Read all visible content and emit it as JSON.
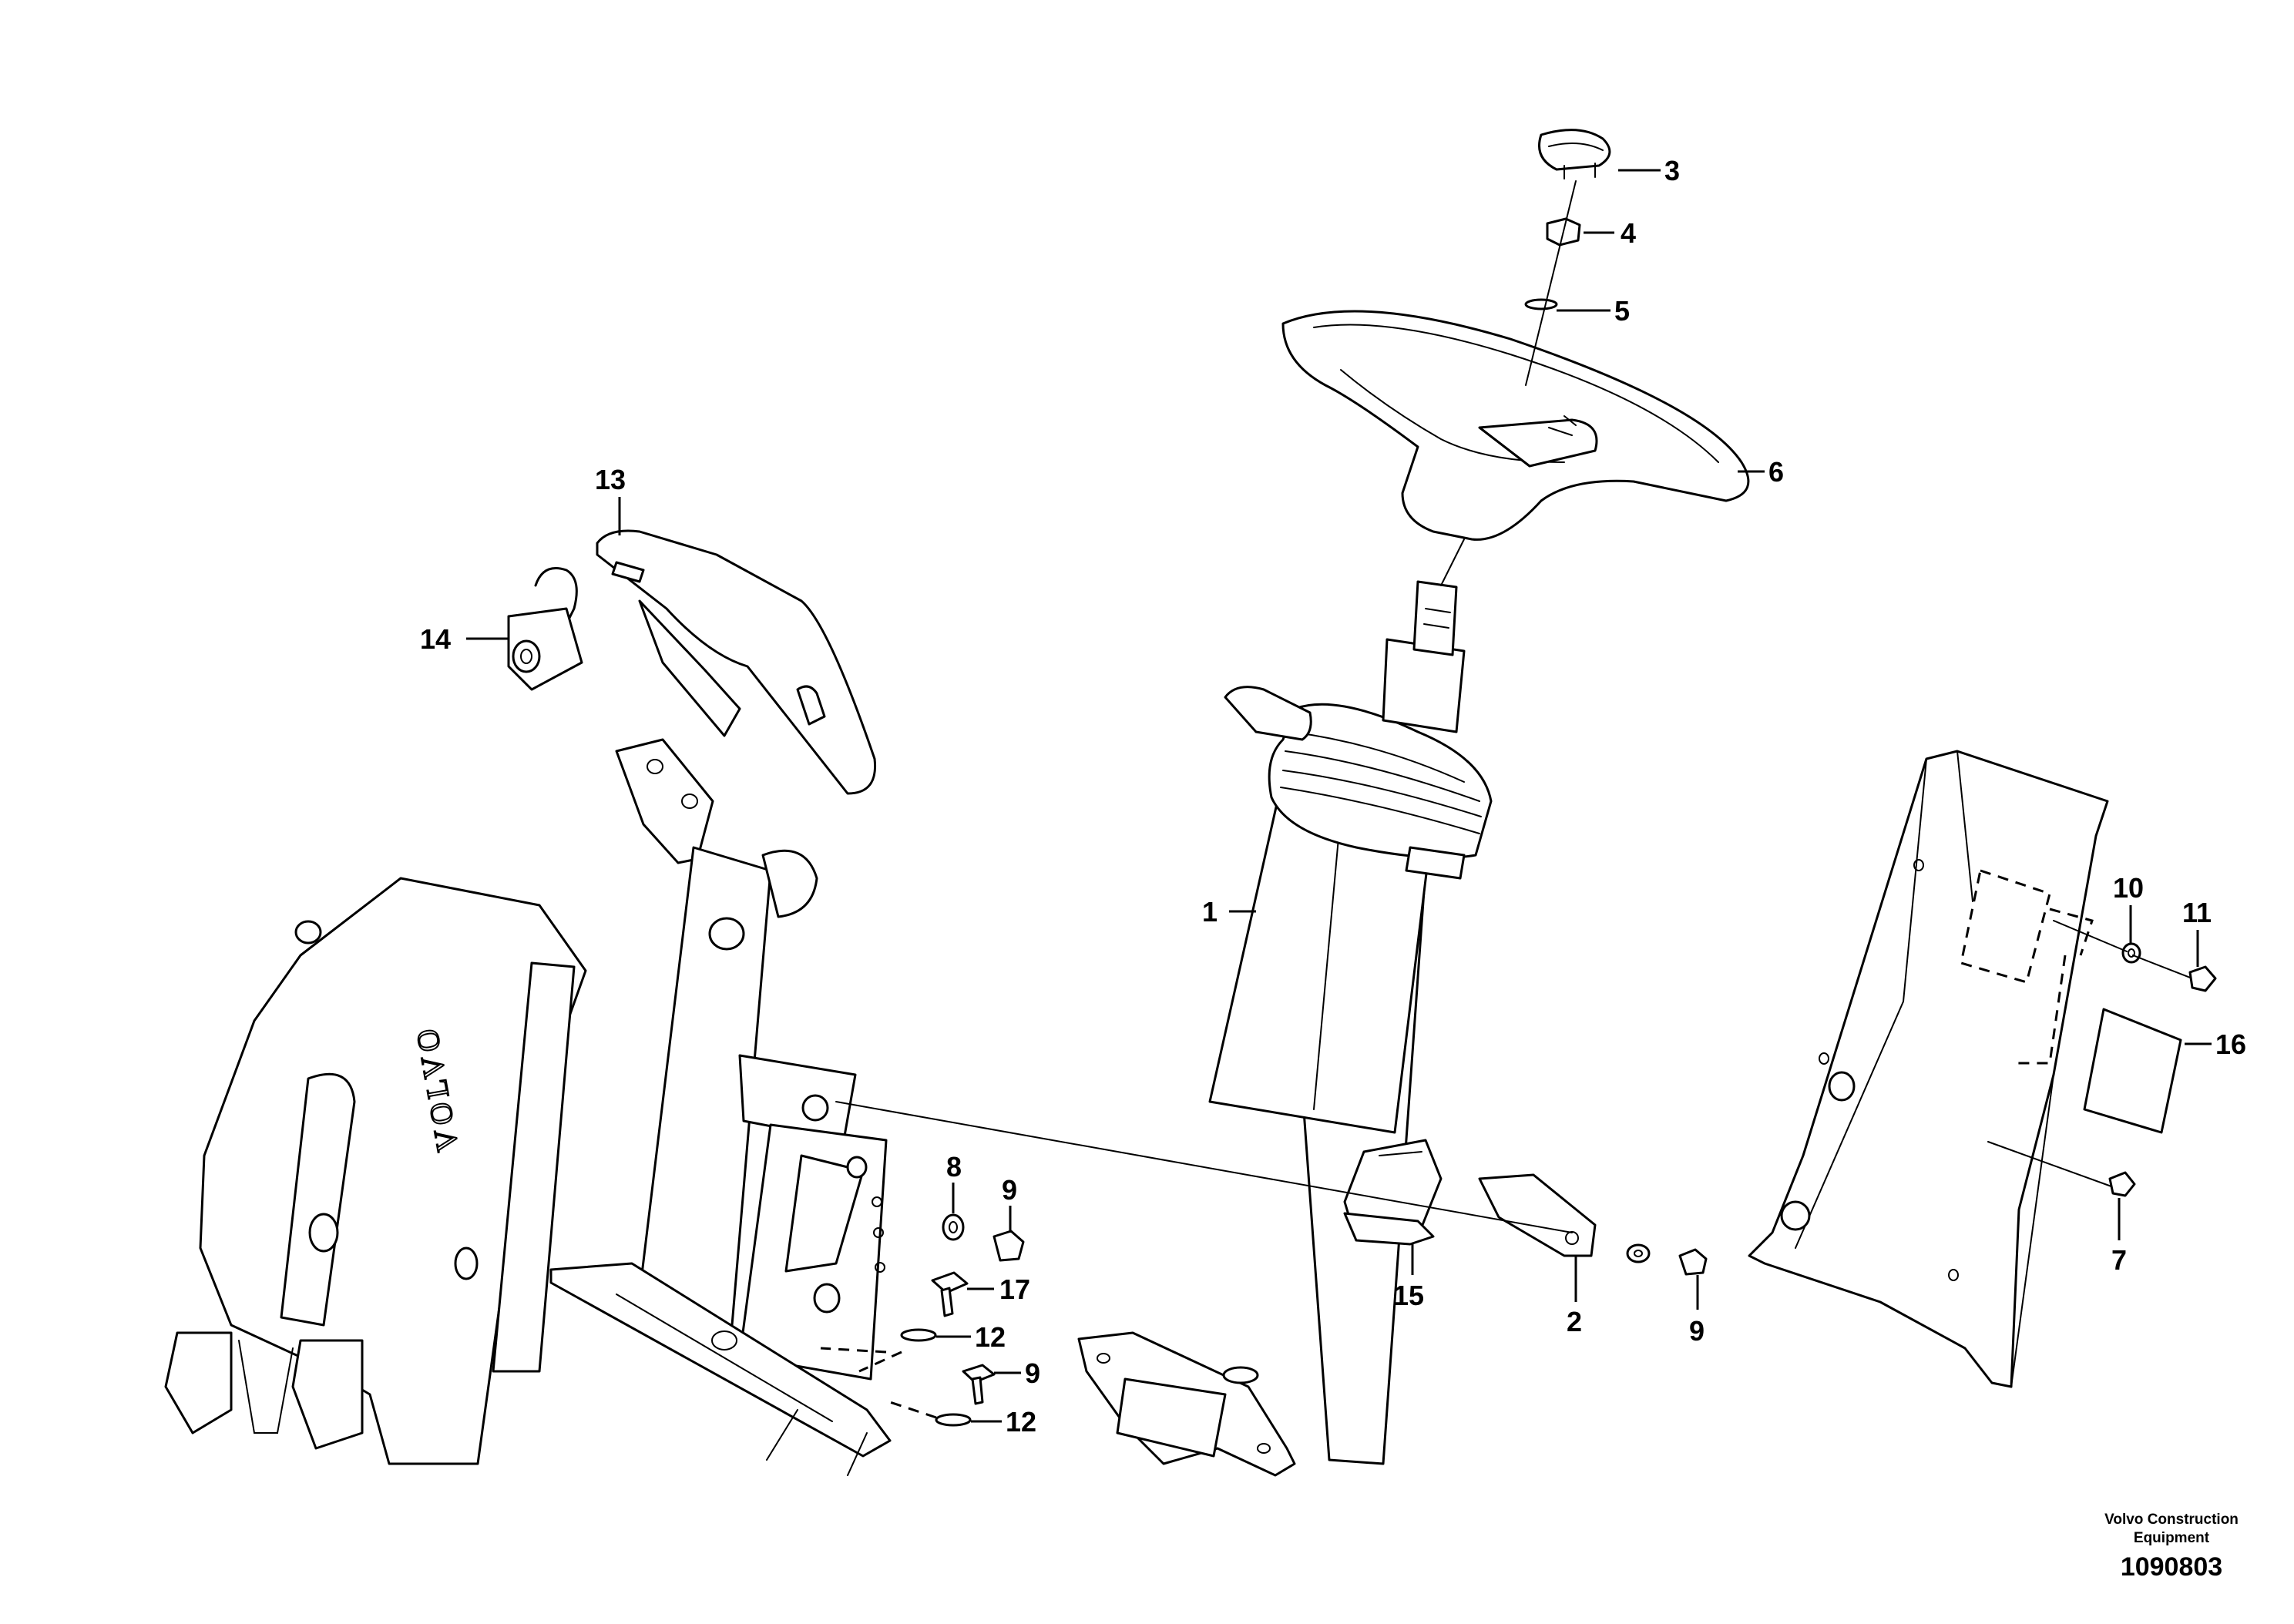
{
  "callouts": {
    "c1": "1",
    "c2": "2",
    "c3": "3",
    "c4": "4",
    "c5": "5",
    "c6": "6",
    "c7": "7",
    "c8": "8",
    "c9a": "9",
    "c9b": "9",
    "c9c": "9",
    "c10": "10",
    "c11": "11",
    "c12a": "12",
    "c12b": "12",
    "c13": "13",
    "c14": "14",
    "c15": "15",
    "c16": "16",
    "c17": "17"
  },
  "brand_marking": "VOLVO",
  "footer": {
    "credit_line1": "Volvo Construction",
    "credit_line2": "Equipment",
    "drawing_number": "1090803"
  },
  "colors": {
    "line": "#000000",
    "background": "#ffffff"
  }
}
